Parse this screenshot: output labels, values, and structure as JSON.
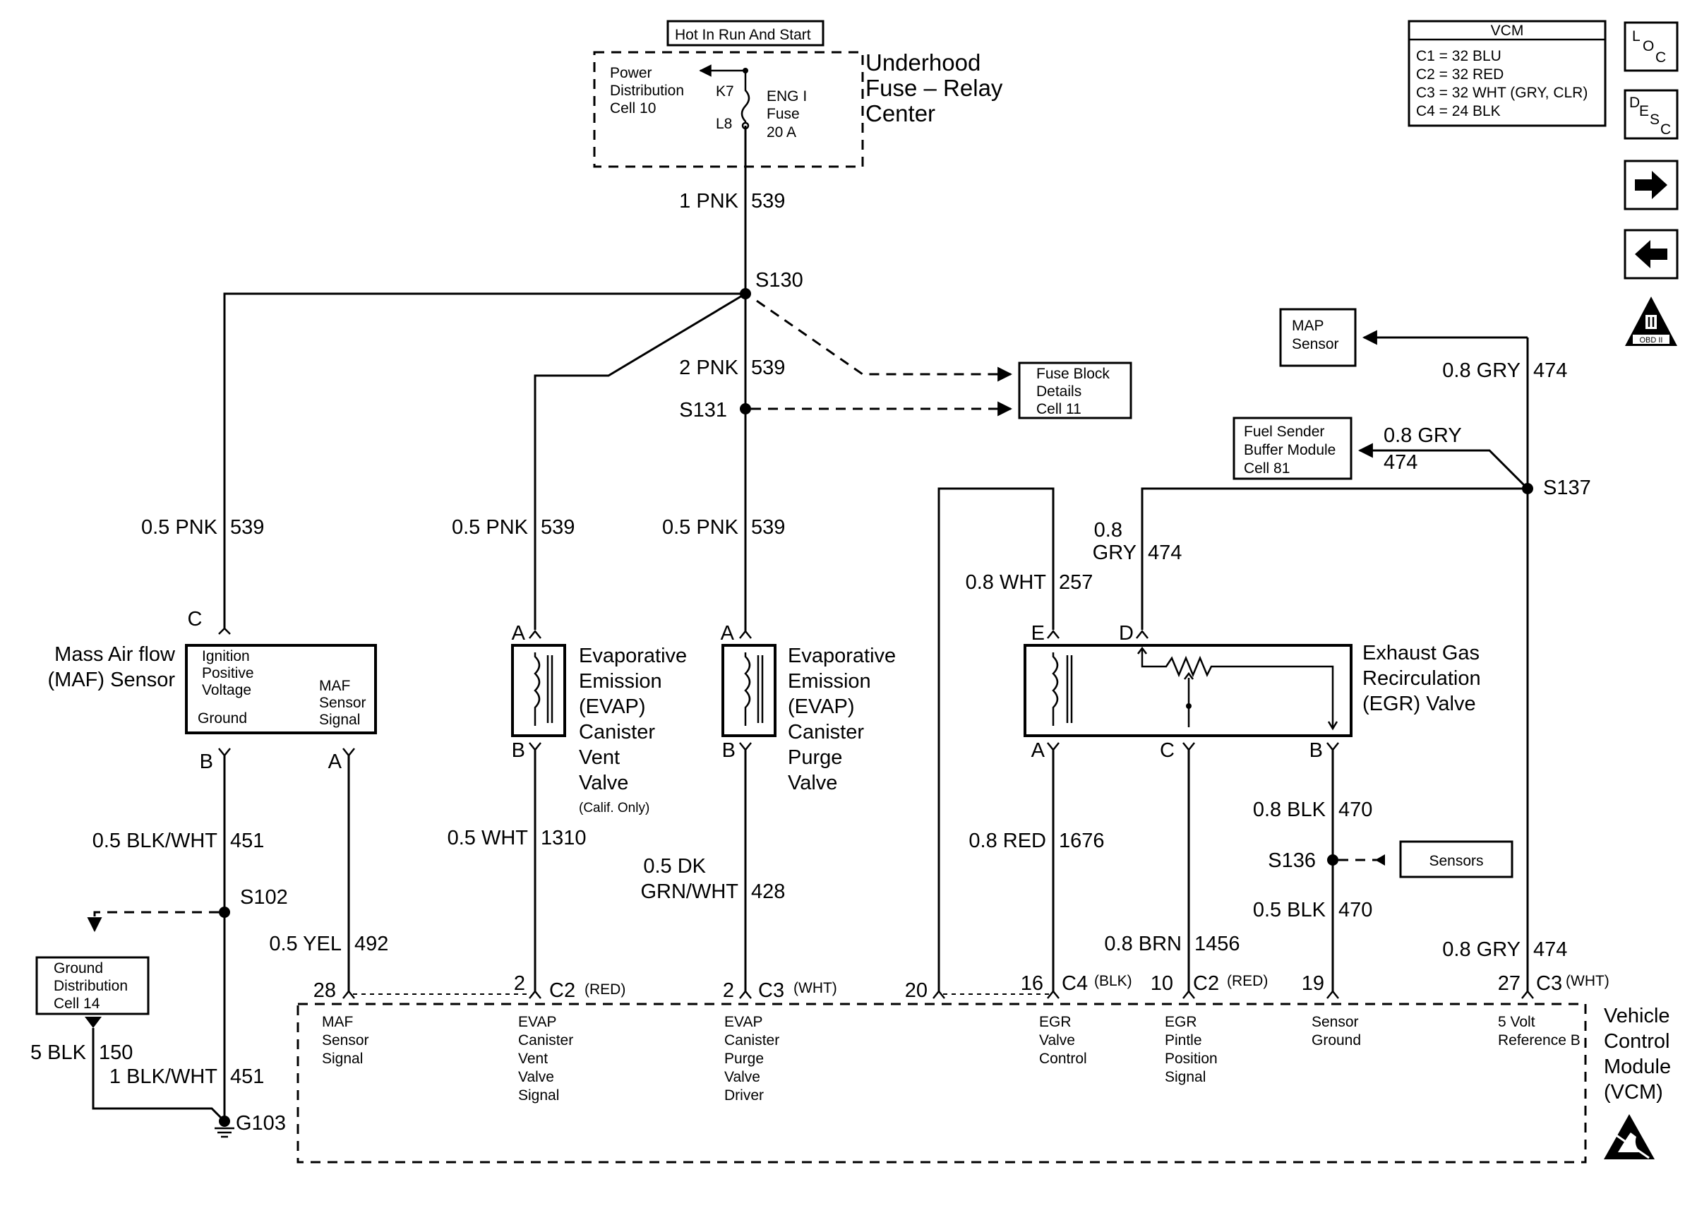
{
  "header": {
    "hot": "Hot In Run And Start",
    "vcm_title": "VCM",
    "vcm_c1": "C1 = 32 BLU",
    "vcm_c2": "C2 = 32 RED",
    "vcm_c3": "C3 = 32 WHT (GRY, CLR)",
    "vcm_c4": "C4 = 24 BLK"
  },
  "nav": {
    "loc_l": "L",
    "loc_o": "O",
    "loc_c": "C",
    "desc_d": "D",
    "desc_e": "E",
    "desc_s": "S",
    "desc_c": "C",
    "obd": "OBD II"
  },
  "fuse": {
    "pd1": "Power",
    "pd2": "Distribution",
    "pd3": "Cell 10",
    "k7": "K7",
    "l8": "L8",
    "eng1": "ENG I",
    "eng2": "Fuse",
    "eng3": "20 A",
    "uh1": "Underhood",
    "uh2": "Fuse – Relay",
    "uh3": "Center"
  },
  "splices": {
    "s130": "S130",
    "s131": "S131",
    "s137": "S137",
    "s136": "S136",
    "s102": "S102",
    "g103": "G103"
  },
  "wires": {
    "w1": "1 PNK",
    "w1n": "539",
    "w2": "2 PNK",
    "w2n": "539",
    "maf_pnk": "0.5 PNK",
    "maf_pnk_n": "539",
    "vent_pnk": "0.5 PNK",
    "vent_pnk_n": "539",
    "purge_pnk": "0.5 PNK",
    "purge_pnk_n": "539",
    "gry_map": "0.8 GRY",
    "gry_map_n": "474",
    "gry_fuel": "0.8 GRY",
    "gry_fuel_n": "474",
    "gry_d1": "0.8",
    "gry_d2": "GRY",
    "gry_d_n": "474",
    "wht257": "0.8 WHT",
    "wht257_n": "257",
    "blkwht": "0.5 BLK/WHT",
    "blkwht_n": "451",
    "blk150": "5 BLK",
    "blk150_n": "150",
    "blkwht1": "1 BLK/WHT",
    "blkwht1_n": "451",
    "yel": "0.5 YEL",
    "yel_n": "492",
    "wht1310": "0.5 WHT",
    "wht1310_n": "1310",
    "dk1": "0.5 DK",
    "dk2": "GRN/WHT",
    "dk_n": "428",
    "red1676": "0.8 RED",
    "red1676_n": "1676",
    "brn": "0.8 BRN",
    "brn_n": "1456",
    "blk470a": "0.8 BLK",
    "blk470a_n": "470",
    "blk470b": "0.5 BLK",
    "blk470b_n": "470",
    "gry27": "0.8 GRY",
    "gry27_n": "474"
  },
  "refs": {
    "fuseblock1": "Fuse Block",
    "fuseblock2": "Details",
    "fuseblock3": "Cell 11",
    "map1": "MAP",
    "map2": "Sensor",
    "fsb1": "Fuel Sender",
    "fsb2": "Buffer Module",
    "fsb3": "Cell 81",
    "sensors": "Sensors",
    "gd1": "Ground",
    "gd2": "Distribution",
    "gd3": "Cell 14"
  },
  "maf": {
    "n1": "Mass Air flow",
    "n2": "(MAF) Sensor",
    "i1": "Ignition",
    "i2": "Positive",
    "i3": "Voltage",
    "gnd": "Ground",
    "sig1": "MAF",
    "sig2": "Sensor",
    "sig3": "Signal",
    "pc": "C",
    "pb": "B",
    "pa": "A"
  },
  "vent": {
    "n1": "Evaporative",
    "n2": "Emission",
    "n3": "(EVAP)",
    "n4": "Canister",
    "n5": "Vent",
    "n6": "Valve",
    "n7": "(Calif. Only)",
    "pa": "A",
    "pb": "B"
  },
  "purge": {
    "n1": "Evaporative",
    "n2": "Emission",
    "n3": "(EVAP)",
    "n4": "Canister",
    "n5": "Purge",
    "n6": "Valve",
    "pa": "A",
    "pb": "B"
  },
  "egr": {
    "n1": "Exhaust Gas",
    "n2": "Recirculation",
    "n3": "(EGR) Valve",
    "pe": "E",
    "pd": "D",
    "pa": "A",
    "pc": "C",
    "pb": "B"
  },
  "vcm": {
    "p28": "28",
    "p2a": "2",
    "c2a": "C2",
    "c2a_col": "(RED)",
    "p2b": "2",
    "c3a": "C3",
    "c3a_col": "(WHT)",
    "p20": "20",
    "p16": "16",
    "c4": "C4",
    "c4_col": "(BLK)",
    "p10": "10",
    "c2b": "C2",
    "c2b_col": "(RED)",
    "p19": "19",
    "p27": "27",
    "c3b": "C3",
    "c3b_col": "(WHT)",
    "maf1": "MAF",
    "maf2": "Sensor",
    "maf3": "Signal",
    "ev1": "EVAP",
    "ev2": "Canister",
    "ev3": "Vent",
    "ev4": "Valve",
    "ev5": "Signal",
    "ep1": "EVAP",
    "ep2": "Canister",
    "ep3": "Purge",
    "ep4": "Valve",
    "ep5": "Driver",
    "egc1": "EGR",
    "egc2": "Valve",
    "egc3": "Control",
    "egp1": "EGR",
    "egp2": "Pintle",
    "egp3": "Position",
    "egp4": "Signal",
    "sg1": "Sensor",
    "sg2": "Ground",
    "vr1": "5 Volt",
    "vr2": "Reference B",
    "t1": "Vehicle",
    "t2": "Control",
    "t3": "Module",
    "t4": "(VCM)"
  }
}
